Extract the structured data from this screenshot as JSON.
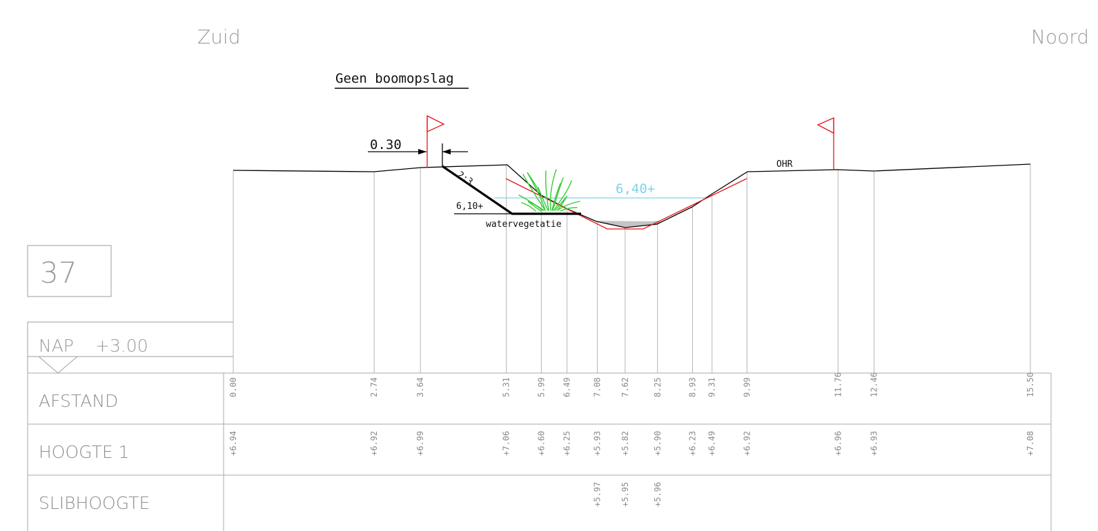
{
  "header": {
    "left_label": "Zuid",
    "right_label": "Noord",
    "title": "Geen boomopslag"
  },
  "profile_number": "37",
  "nap_label": "NAP",
  "nap_value": "+3.00",
  "annotations": {
    "berm_width": "0.30",
    "slope": "2:3",
    "bottom_level": "6,10+",
    "water_level": "6,40+",
    "vegetation": "watervegetatie",
    "ohr": "OHR"
  },
  "table": {
    "rows": [
      {
        "label": "AFSTAND"
      },
      {
        "label": "HOOGTE 1"
      },
      {
        "label": "SLIBHOOGTE"
      }
    ],
    "afstand": [
      "0.00",
      "2.74",
      "3.64",
      "5.31",
      "5.99",
      "6.49",
      "7.08",
      "7.62",
      "8.25",
      "8.93",
      "9.31",
      "9.99",
      "11.76",
      "12.46",
      "15.50"
    ],
    "hoogte": [
      "+6.94",
      "+6.92",
      "+6.99",
      "+7.06",
      "+6.60",
      "+6.25",
      "+5.93",
      "+5.82",
      "+5.90",
      "+6.23",
      "+6.49",
      "+6.92",
      "+6.96",
      "+6.93",
      "+7.08"
    ],
    "slib": [
      null,
      null,
      null,
      null,
      null,
      null,
      "+5.97",
      "+5.95",
      "+5.96",
      null,
      null,
      null,
      null,
      null,
      null
    ]
  },
  "colors": {
    "terrain": "#000000",
    "design": "#e8141b",
    "water": "#7fd3ea",
    "vegetation": "#33cc33",
    "grid": "#b5b5b5",
    "silt": "#c4c4c4"
  }
}
